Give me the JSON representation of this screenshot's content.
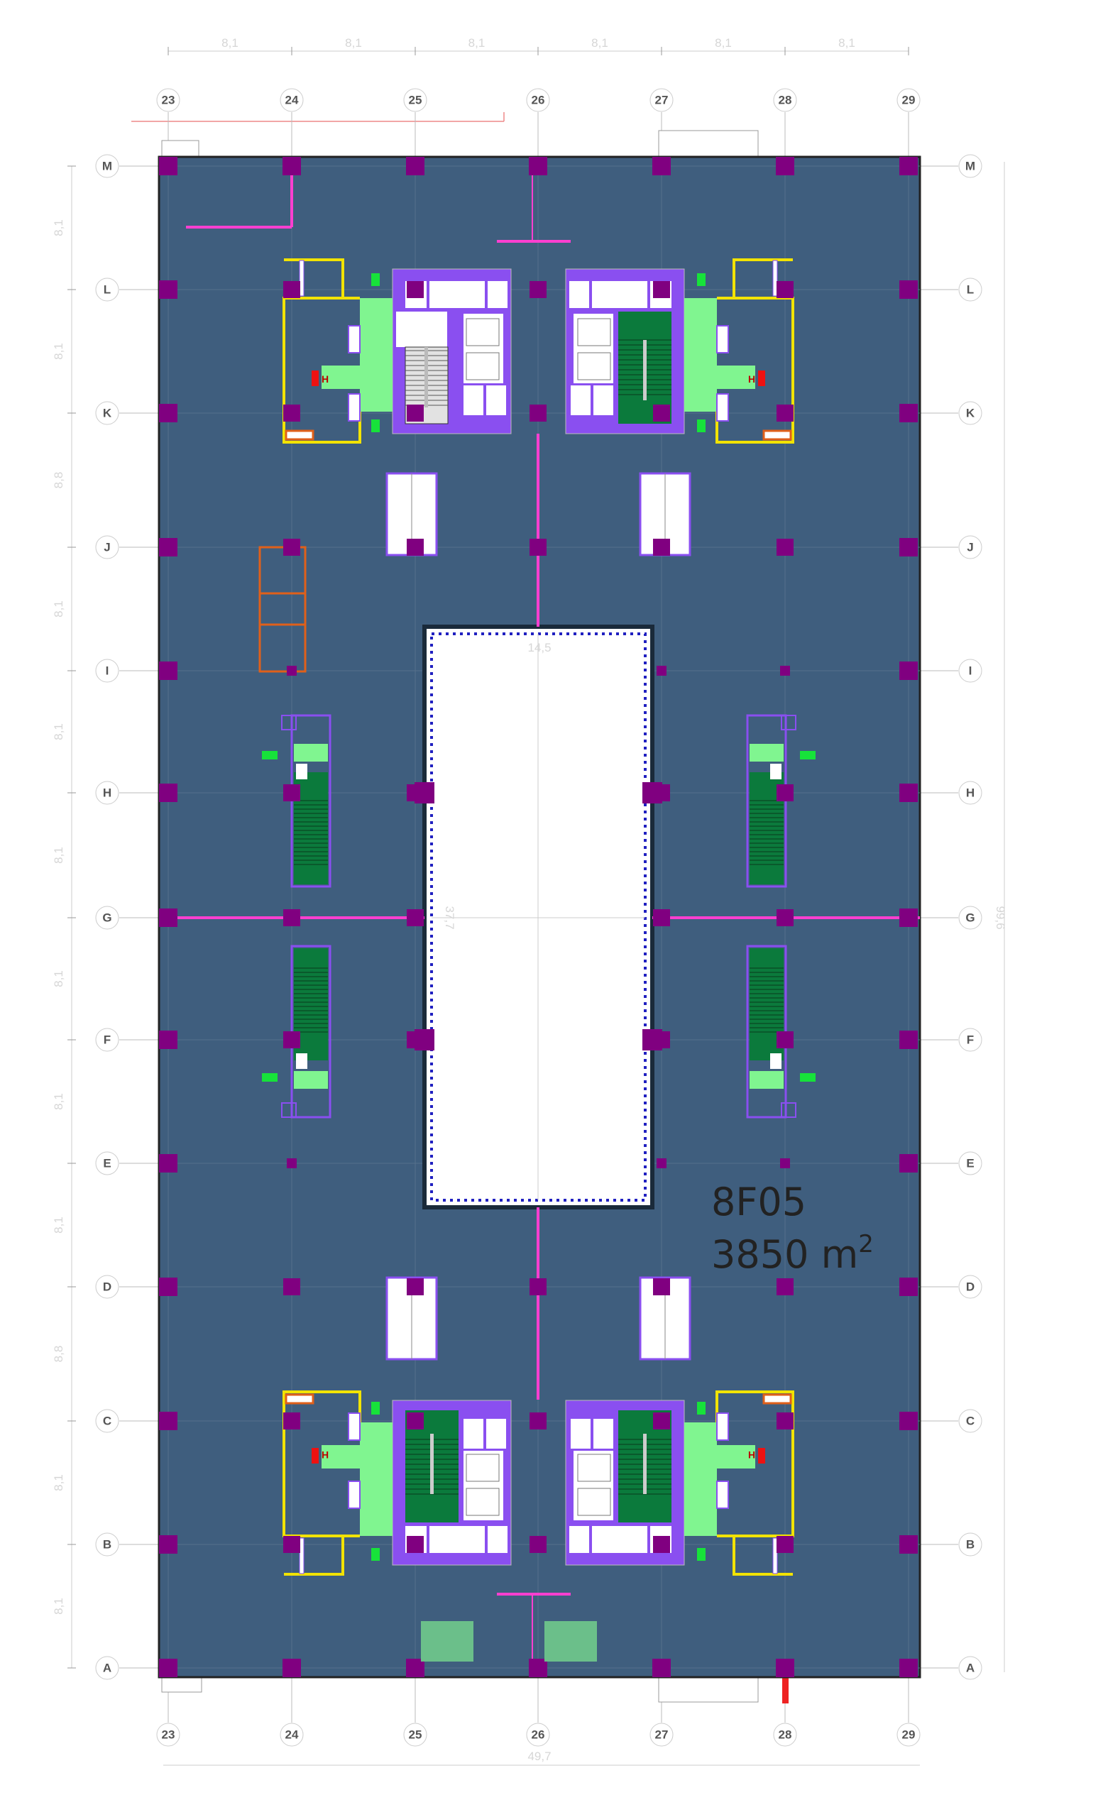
{
  "plan": {
    "unit_id": "8F05",
    "area_value": "3850 m",
    "area_sup": "2",
    "columns": [
      "23",
      "24",
      "25",
      "26",
      "27",
      "28",
      "29"
    ],
    "rows": [
      "M",
      "L",
      "K",
      "J",
      "I",
      "H",
      "G",
      "F",
      "E",
      "D",
      "C",
      "B",
      "A"
    ],
    "column_spacings": [
      "8,1",
      "8,1",
      "8,1",
      "8,1",
      "8,1",
      "8,1"
    ],
    "row_spacings": [
      "8,1",
      "8,1",
      "8,8",
      "8,1",
      "8,1",
      "8,1",
      "8,1",
      "8,1",
      "8,1",
      "8,8",
      "8,1",
      "8,1"
    ],
    "total_width": "49,7",
    "total_height": "99,6",
    "atrium_width": "14,5",
    "atrium_height": "37,7",
    "hydrant_label": "H",
    "colors": {
      "floor": "#3f5e7e",
      "column": "#800080",
      "core": "#8a4ff0",
      "lobby": "#80f590",
      "stair_green": "#0b7a3c",
      "toilet_wall": "#f2e300",
      "partition": "#ff3fd0",
      "hydrant": "#ee1111",
      "exit_sign": "#17e23a"
    }
  }
}
